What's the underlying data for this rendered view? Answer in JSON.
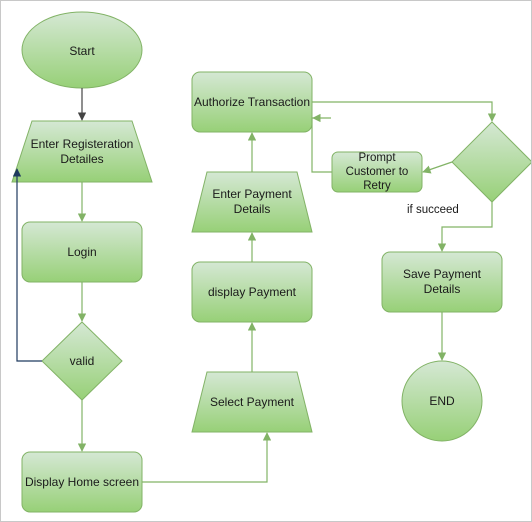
{
  "nodes": {
    "start": "Start",
    "enter_registration": "Enter Registeration Detailes",
    "login": "Login",
    "valid": "valid",
    "display_home": "Display Home screen",
    "select_payment": "Select Payment",
    "display_payment": "display Payment",
    "enter_payment": "Enter Payment Details",
    "authorize": "Authorize Transaction",
    "prompt_retry": "Prompt Customer to Retry",
    "decision": "",
    "save_payment": "Save Payment Details",
    "end": "END"
  },
  "edge_labels": {
    "if_succeed": "if succeed"
  },
  "colors": {
    "fill_light": "#d5e8d4",
    "fill_dark": "#97d077",
    "stroke": "#82b366",
    "arrow_dark": "#444444"
  }
}
